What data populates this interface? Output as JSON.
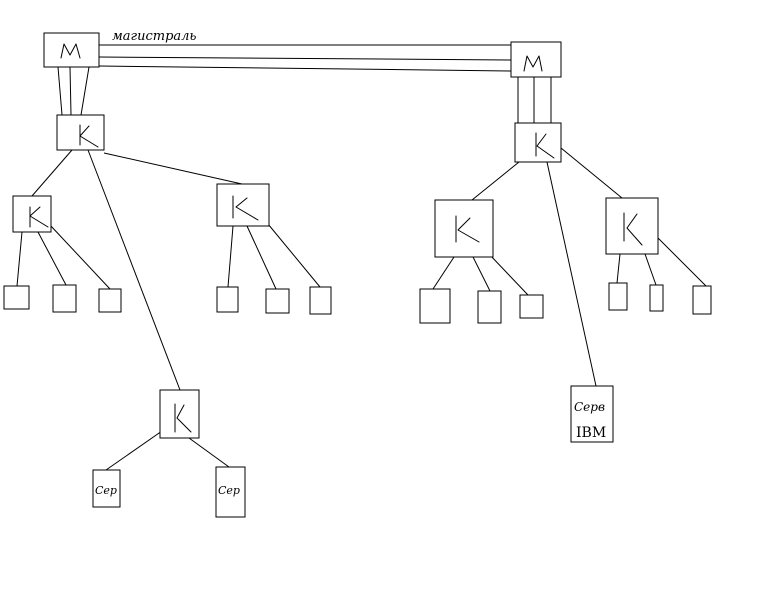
{
  "diagram": {
    "nodes": {
      "m_left": {
        "label": "M"
      },
      "m_right": {
        "label": "M"
      },
      "k_left_main": {
        "label": "K"
      },
      "k_left_a": {
        "label": "K"
      },
      "k_left_b": {
        "label": "K"
      },
      "k_left_c": {
        "label": "K"
      },
      "k_right_main": {
        "label": "K"
      },
      "k_right_a": {
        "label": "K"
      },
      "k_right_b": {
        "label": "K"
      },
      "server_1": {
        "label": "Сер"
      },
      "server_2": {
        "label": "Сер"
      },
      "server_ibm": {
        "label_line1": "Серв",
        "label_line2": "IBM"
      }
    },
    "backbone_label": "магистраль",
    "colors": {
      "stroke": "#000000",
      "background": "#ffffff"
    }
  }
}
